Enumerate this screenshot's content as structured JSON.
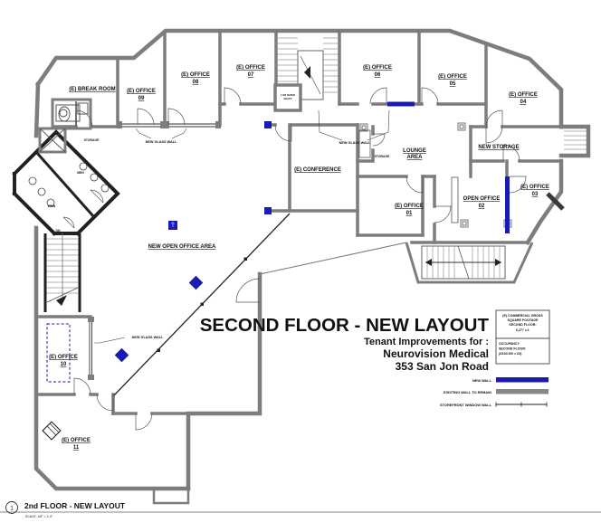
{
  "title_block": {
    "title": "SECOND FLOOR - NEW LAYOUT",
    "subtitle1": "Tenant Improvements for :",
    "subtitle2": "Neurovision Medical",
    "subtitle3": "353 San Jon Road"
  },
  "info_box": {
    "sf_line1": "(E) COMMERCIAL GROSS",
    "sf_line2": "SQUARE FOOTAGE",
    "sf_line3": "SECOND FLOOR:",
    "sf_value": "6,277 s.f.",
    "occ_line1": "OCCUPANCY",
    "occ_line2": "SECOND FLOOR:",
    "occ_value": "(6310/100 = 63)"
  },
  "legend": {
    "new_wall": "NEW WALL",
    "existing_wall": "EXISTING WALL TO REMAIN",
    "storefront": "STOREFRONT WINDOW WALL"
  },
  "rooms": {
    "break_room": {
      "name": "(E) BREAK ROOM"
    },
    "office09": {
      "name": "(E) OFFICE",
      "num": "09"
    },
    "office08": {
      "name": "(E) OFFICE",
      "num": "08"
    },
    "office07": {
      "name": "(E) OFFICE",
      "num": "07"
    },
    "office06": {
      "name": "(E) OFFICE",
      "num": "06"
    },
    "office05": {
      "name": "(E) OFFICE",
      "num": "05"
    },
    "office04": {
      "name": "(E) OFFICE",
      "num": "04"
    },
    "office03": {
      "name": "(E) OFFICE",
      "num": "03"
    },
    "open_office02": {
      "name": "OPEN OFFICE",
      "num": "02"
    },
    "office01": {
      "name": "(E) OFFICE",
      "num": "01"
    },
    "office10": {
      "name": "(E) OFFICE",
      "num": "10"
    },
    "office11": {
      "name": "(E) OFFICE",
      "num": "11"
    },
    "new_storage": {
      "name": "NEW STORAGE"
    },
    "lounge": {
      "name": "LOUNGE",
      "num": "AREA"
    },
    "conference": {
      "name": "(E) CONFERENCE"
    },
    "storage_mid": {
      "name": "STORAGE"
    },
    "storage_left": {
      "name": "STORAGE"
    },
    "men": {
      "name": "MEN"
    },
    "wmn": {
      "name": "WMN"
    },
    "new_open_office": {
      "name": "NEW OPEN OFFICE AREA"
    },
    "shaft": {
      "line1": "1 HR RATED",
      "line2": "SHAFT"
    }
  },
  "annotations": {
    "new_glass_wall_left": "NEW GLASS WALL",
    "new_glass_wall_mid": "NEW GLASS WALL",
    "new_glass_wall_wing": "NEW GLASS WALL",
    "stair_dir": "DN"
  },
  "footer": {
    "sheet_number": "1",
    "label": "2nd FLOOR - NEW LAYOUT",
    "scale": "SCALE: 1/8\" = 1'-0\""
  },
  "colors": {
    "new_wall_blue": "#1a1ab5",
    "existing_wall_gray": "#7d7d7d"
  }
}
